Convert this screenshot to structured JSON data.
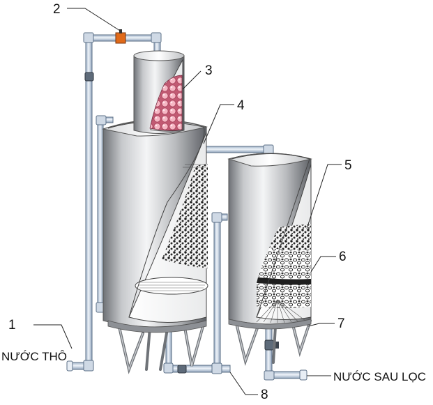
{
  "labels": {
    "raw_water": "NƯỚC THÔ",
    "filtered_water": "NƯỚC SAU LỌC"
  },
  "callouts": [
    "1",
    "2",
    "3",
    "4",
    "5",
    "6",
    "7",
    "8"
  ],
  "colors": {
    "tank_metal_light": "#f2f3f4",
    "tank_metal_dark": "#6f7277",
    "pipe_light": "#e4edf7",
    "pipe_dark": "#8fa3bb",
    "valve_orange": "#e06a1a",
    "aeration_media": "#f2a6b6",
    "filter_media_dark": "#1a1a1a"
  },
  "icons": [
    "valve-icon",
    "elbow-fitting-icon"
  ]
}
